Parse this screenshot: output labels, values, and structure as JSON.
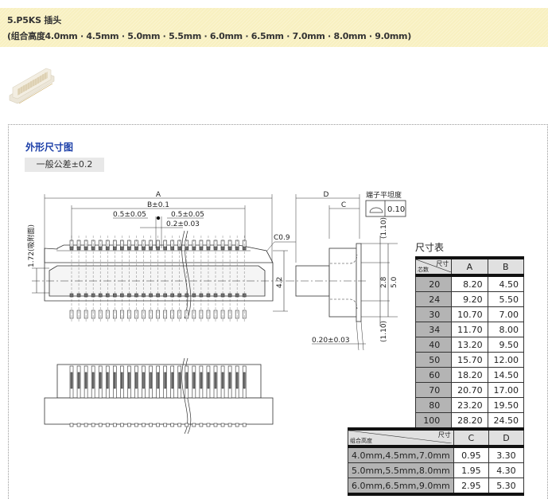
{
  "header": {
    "title": "5.P5KS 插头",
    "subtitle": "(组合高度4.0mm · 4.5mm · 5.0mm · 5.5mm · 6.0mm · 6.5mm · 7.0mm · 8.0mm · 9.0mm)"
  },
  "product_image": {
    "alt": "connector-photo"
  },
  "section": {
    "title": "外形尺寸图",
    "tolerance": "一般公差±0.2"
  },
  "drawing": {
    "front": {
      "dim_A": "A",
      "dim_B": "B±0.1",
      "pitch_left": "0.5±0.05",
      "pitch_right": "0.5±0.05",
      "pin_width": "0.2±0.03",
      "chamfer": "C0.9",
      "height": "4.2",
      "suction": "1.72(吸附面)"
    },
    "side": {
      "dim_D": "D",
      "dim_C": "C",
      "flatness_label": "端子平坦度",
      "flatness_value": "0.10",
      "top_gap": "(1.10)",
      "bottom_gap": "(1.10)",
      "inner": "2.8",
      "outer": "5.0",
      "lead": "0.20±0.03"
    }
  },
  "size_table": {
    "title": "尺寸表",
    "corner_top": "尺寸",
    "corner_bottom": "芯数",
    "columns": [
      "A",
      "B"
    ],
    "rows": [
      {
        "pins": "20",
        "A": "8.20",
        "B": "4.50"
      },
      {
        "pins": "24",
        "A": "9.20",
        "B": "5.50"
      },
      {
        "pins": "30",
        "A": "10.70",
        "B": "7.00"
      },
      {
        "pins": "34",
        "A": "11.70",
        "B": "8.00"
      },
      {
        "pins": "40",
        "A": "13.20",
        "B": "9.50"
      },
      {
        "pins": "50",
        "A": "15.70",
        "B": "12.00"
      },
      {
        "pins": "60",
        "A": "18.20",
        "B": "14.50"
      },
      {
        "pins": "70",
        "A": "20.70",
        "B": "17.00"
      },
      {
        "pins": "80",
        "A": "23.20",
        "B": "19.50"
      },
      {
        "pins": "100",
        "A": "28.20",
        "B": "24.50"
      }
    ]
  },
  "height_table": {
    "corner_top": "尺寸",
    "corner_bottom": "组合高度",
    "columns": [
      "C",
      "D"
    ],
    "rows": [
      {
        "heights": "4.0mm,4.5mm,7.0mm",
        "C": "0.95",
        "D": "3.30"
      },
      {
        "heights": "5.0mm,5.5mm,8.0mm",
        "C": "1.95",
        "D": "4.30"
      },
      {
        "heights": "6.0mm,6.5mm,9.0mm",
        "C": "2.95",
        "D": "5.30"
      }
    ]
  }
}
